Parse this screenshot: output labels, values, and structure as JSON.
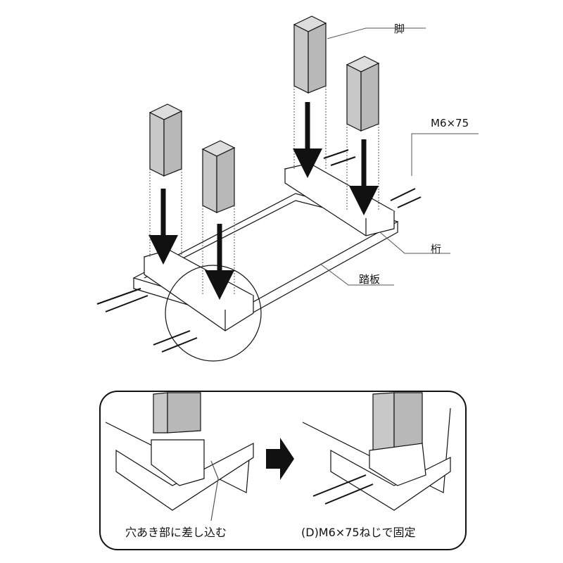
{
  "labels": {
    "leg": "脚",
    "bolt": "M6×75",
    "beam": "桁",
    "step_board": "踏板"
  },
  "steps": [
    {
      "caption": "穴あき部に差し込む"
    },
    {
      "caption": "(D)M6×75ねじで固定"
    }
  ],
  "colors": {
    "leg_fill": "#c8c8c8",
    "line": "#111111"
  }
}
